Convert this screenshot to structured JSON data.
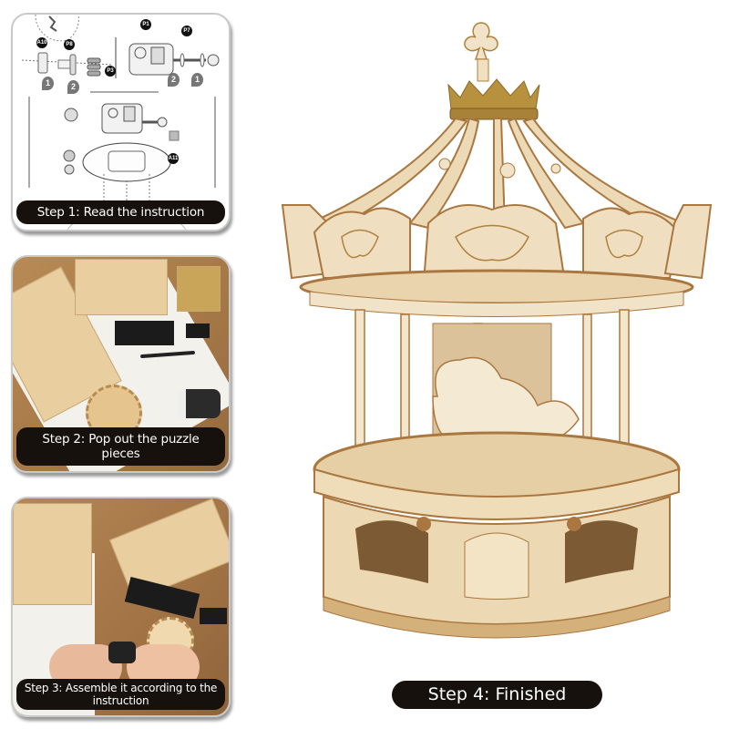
{
  "steps": [
    {
      "label": "Step 1: Read the instruction",
      "diagram": {
        "part_labels": [
          "A10",
          "P8",
          "P3",
          "P1",
          "P7",
          "A11"
        ],
        "step_numbers": [
          "1",
          "2",
          "2",
          "1"
        ]
      }
    },
    {
      "label": "Step 2: Pop out the puzzle pieces"
    },
    {
      "label": "Step 3: Assemble it according to the instruction"
    },
    {
      "label": "Step 4: Finished"
    }
  ],
  "colors": {
    "caption_bg": "#17110d",
    "caption_text": "#ffffff",
    "wood_light": "#efe0c2",
    "wood_mid": "#d9b988",
    "wood_dark": "#a9773f",
    "gold_crown": "#b8913f",
    "table_wood": "#a87a48"
  }
}
